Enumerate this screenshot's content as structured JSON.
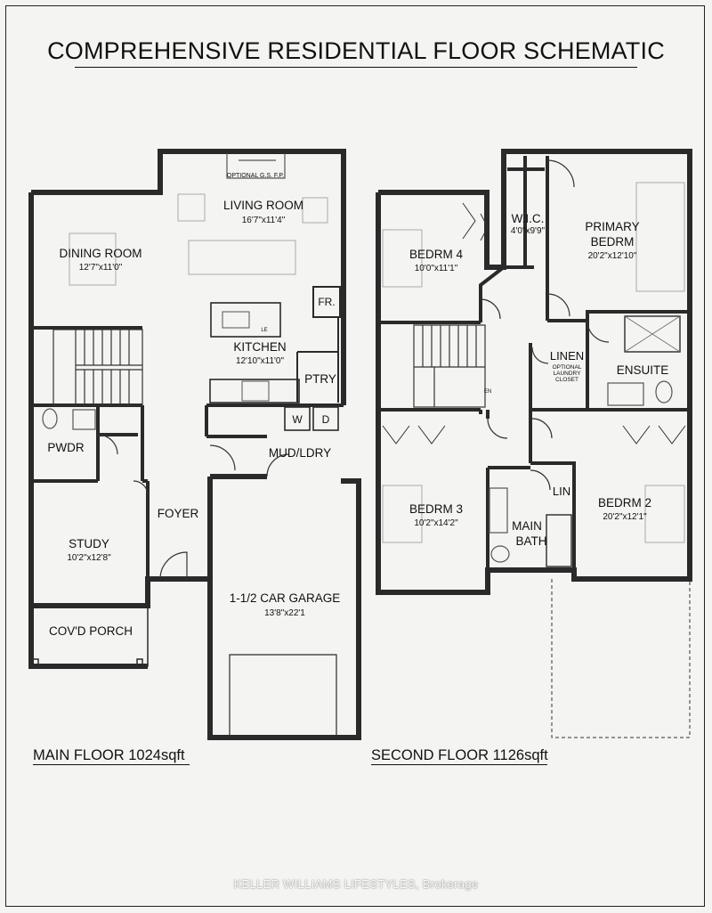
{
  "title": "COMPREHENSIVE RESIDENTIAL FLOOR SCHEMATIC",
  "main_floor": {
    "label": "MAIN FLOOR 1024sqft",
    "rooms": [
      {
        "key": "living",
        "name": "LIVING ROOM",
        "dims": "16'7\"x11'4\""
      },
      {
        "key": "dining",
        "name": "DINING ROOM",
        "dims": "12'7\"x11'0\""
      },
      {
        "key": "kitchen",
        "name": "KITCHEN",
        "dims": "12'10\"x11'0\""
      },
      {
        "key": "study",
        "name": "STUDY",
        "dims": "10'2\"x12'8\""
      },
      {
        "key": "garage",
        "name": "1-1/2 CAR GARAGE",
        "dims": "13'8\"x22'1"
      }
    ],
    "labels": {
      "fr": "FR.",
      "ptry": "PTRY",
      "w": "W",
      "d": "D",
      "pwdr": "PWDR",
      "mud": "MUD/LDRY",
      "foyer": "FOYER",
      "porch": "COV'D PORCH",
      "fireplace": "OPTIONAL G.S. F.P.",
      "le": "LE"
    }
  },
  "second_floor": {
    "label": "SECOND FLOOR 1126sqft",
    "rooms": [
      {
        "key": "wic",
        "name": "W.I.C.",
        "dims": "4'0\"x9'9\""
      },
      {
        "key": "primary",
        "name": "PRIMARY",
        "name2": "BEDRM",
        "dims": "20'2\"x12'10\""
      },
      {
        "key": "bed4",
        "name": "BEDRM 4",
        "dims": "10'0\"x11'1\""
      },
      {
        "key": "bed3",
        "name": "BEDRM 3",
        "dims": "10'2\"x14'2\""
      },
      {
        "key": "bed2",
        "name": "BEDRM 2",
        "dims": "20'2\"x12'1\""
      }
    ],
    "labels": {
      "linen": "LINEN",
      "laundry_opt": [
        "OPTIONAL",
        "LAUNDRY",
        "CLOSET"
      ],
      "ensuite": "ENSUITE",
      "main_bath": [
        "MAIN",
        "BATH"
      ],
      "lin": "LIN",
      "en": "EN"
    }
  },
  "watermark": "KELLER WILLIAMS LIFESTYLES, Brokerage",
  "colors": {
    "wall": "#2a2a2a",
    "line": "#111111",
    "fixture": "#9a9a9a",
    "background": "#f4f4f2"
  }
}
